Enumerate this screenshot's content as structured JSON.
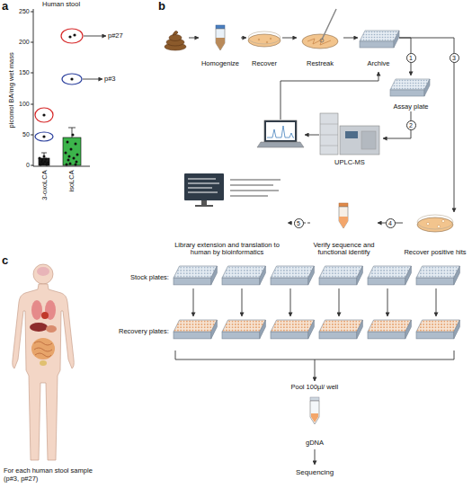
{
  "diagram": {
    "nodes": [
      {
        "text": [
          "Homogenize"
        ]
      },
      {
        "text": [
          "Recover"
        ]
      },
      {
        "text": [
          "Restreak"
        ]
      },
      {
        "text": [
          "Archive"
        ]
      },
      {
        "text": [
          "Assay plate"
        ]
      },
      {
        "text": [
          "UPLC-MS"
        ]
      },
      {
        "text": [
          "Library extension and translation to human by bioinformatics"
        ]
      },
      {
        "text": [
          "Verify sequence and functional identify"
        ]
      },
      {
        "text": [
          "Recover positive hits"
        ]
      },
      {
        "text": [
          "gDNA"
        ]
      }
    ],
    "edges": [
      {
        "from": 0,
        "to": 1,
        "arrow": "to"
      },
      {
        "from": 1,
        "to": 2,
        "arrow": "to"
      },
      {
        "from": 2,
        "to": 3,
        "arrow": "to"
      },
      {
        "from": 3,
        "to": 4,
        "arrow": "to"
      },
      {
        "from": 4,
        "to": 5,
        "arrow": "to"
      },
      {
        "from": 3,
        "to": 8,
        "arrow": "to"
      },
      {
        "from": 8,
        "to": 7,
        "arrow": "to"
      },
      {
        "from": 7,
        "to": 6,
        "arrow": "to"
      }
    ],
    "labels": [
      "a",
      "Human stool",
      "picomol BA/mg wet mass",
      "250",
      "200",
      "150",
      "100",
      "50",
      "0",
      "3-oxoLCA",
      "isoLCA",
      "p#27",
      "p#3",
      "b",
      "1",
      "2",
      "3",
      "4",
      "5",
      "c",
      "Stock plates:",
      "Recovery plates:",
      "For each human stool sample (p#3, p#27)",
      "Pool 100µl/ well",
      "Sequencing"
    ]
  }
}
